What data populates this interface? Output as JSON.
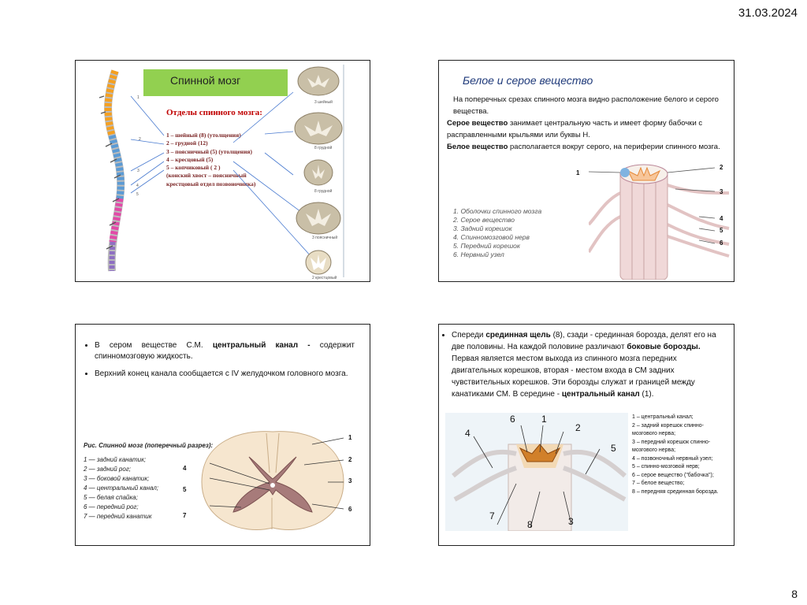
{
  "header": {
    "date": "31.03.2024"
  },
  "footer": {
    "page_number": "8"
  },
  "slide1": {
    "title": "Спинной мозг",
    "subtitle": "Отделы спинного мозга:",
    "sections": [
      "1 – шейный (8) (утолщения)",
      "2 – грудной (12)",
      "3 – поясничный (5) (утолщения)",
      "4 – кресцовый (5)",
      "5 – копчиковый ( 2 )",
      "(конский хвост – поясничный",
      "крестцовый отдел позвоночника)"
    ],
    "spine_numbers": [
      "1",
      "2",
      "3",
      "4",
      "5"
    ],
    "section_image_labels": [
      "3 шейный",
      "8 грудной",
      "8 грудной",
      "3 поясничный",
      "2 крестцовый"
    ]
  },
  "slide2": {
    "title": "Белое и серое вещество",
    "para1": "На поперечных срезах спинного мозга видно расположение белого и серого вещества.",
    "para2_bold": "Серое вещество",
    "para2_rest": " занимает центральную часть и имеет форму бабочки с расправленными крыльями или буквы Н.",
    "para3_bold": "Белое вещество",
    "para3_rest": " располагается вокруг серого, на периферии спинного мозга.",
    "legend": [
      "1. Оболочки спинного мозга",
      "2. Серое вещество",
      "3. Задний корешок",
      "4. Спинномозговой нерв",
      "5. Передний корешок",
      "6. Нервный узел"
    ],
    "figure_numbers": [
      "1",
      "2",
      "3",
      "4",
      "5",
      "6"
    ]
  },
  "slide3": {
    "bullet1_a": "В сером веществе С.М. ",
    "bullet1_bold": "центральный канал -",
    "bullet1_b": " содержит спинномозговую жидкость.",
    "bullet2": "Верхний конец канала сообщается с IV желудочком головного мозга.",
    "caption_title": "Рис. Спинной мозг (поперечный разрез):",
    "caption": [
      "1 — задний канатик;",
      "2 — задний рог;",
      "3 — боковой канатик;",
      "4 — центральный канал;",
      "5 — белая спайка;",
      "6 — передний рог;",
      "7 — передний канатик"
    ],
    "figure_numbers": [
      "1",
      "2",
      "3",
      "4",
      "5",
      "6",
      "7"
    ]
  },
  "slide4": {
    "text_a": "Спереди ",
    "text_b1": "срединная щель",
    "text_c": " (8), сзади - срединная борозда, делят его на две половины. На каждой половине различают ",
    "text_b2": "боковые борозды.",
    "text_d": " Первая является местом выхода из спинного мозга передних двигательных корешков, вторая - местом входа в СМ задних чувствительных корешков. Эти борозды служат и границей между канатиками СМ. В середине - ",
    "text_b3": "центральный канал",
    "text_e": " (1).",
    "caption": [
      "1 – центральный канал;",
      "2 – задний корешок спинно-мозгового нерва;",
      "3 – передний корешок спинно-мозгового нерва;",
      "4 – позвоночный нервный узел;",
      "5 – спинно-мозговой нерв;",
      "6 – серое вещество (\"бабочка\");",
      "7 – белое вещество;",
      "8 – передняя срединная борозда."
    ],
    "figure_numbers": [
      "6",
      "1",
      "2",
      "4",
      "5",
      "7",
      "8",
      "3"
    ]
  }
}
